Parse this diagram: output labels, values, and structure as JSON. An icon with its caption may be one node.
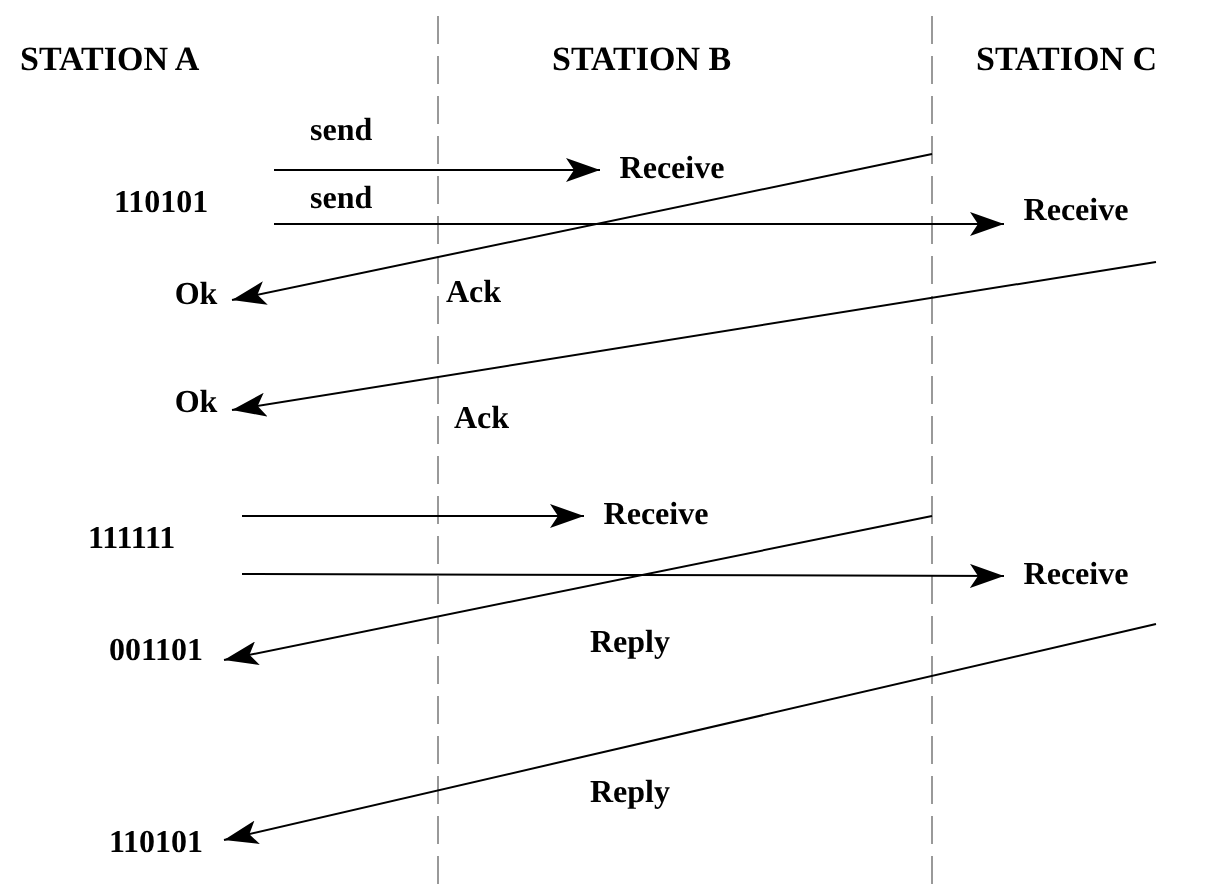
{
  "diagram": {
    "nodes": [
      {
        "text": [
          "Receive"
        ]
      },
      {
        "text": [
          "Receive"
        ]
      },
      {
        "text": [
          "Ok"
        ]
      },
      {
        "text": [
          "Ok"
        ]
      },
      {
        "text": [
          "Receive"
        ]
      },
      {
        "text": [
          "Receive"
        ]
      },
      {
        "text": [
          "001101"
        ]
      },
      {
        "text": [
          "110101"
        ]
      }
    ],
    "edges": [
      {
        "from": null,
        "to": 0,
        "arrow": "to",
        "label": "send"
      },
      {
        "from": null,
        "to": 1,
        "arrow": "to",
        "label": "send"
      },
      {
        "from": null,
        "to": 2,
        "arrow": "to"
      },
      {
        "from": null,
        "to": 3,
        "arrow": "to"
      },
      {
        "from": null,
        "to": 4,
        "arrow": "to"
      },
      {
        "from": null,
        "to": 5,
        "arrow": "to"
      },
      {
        "from": null,
        "to": 6,
        "arrow": "to"
      },
      {
        "from": null,
        "to": 7,
        "arrow": "to"
      }
    ],
    "labels": [
      "STATION A",
      "STATION B",
      "STATION C",
      "110101",
      "Ack",
      "Ack",
      "111111",
      "Reply",
      "Reply"
    ]
  }
}
